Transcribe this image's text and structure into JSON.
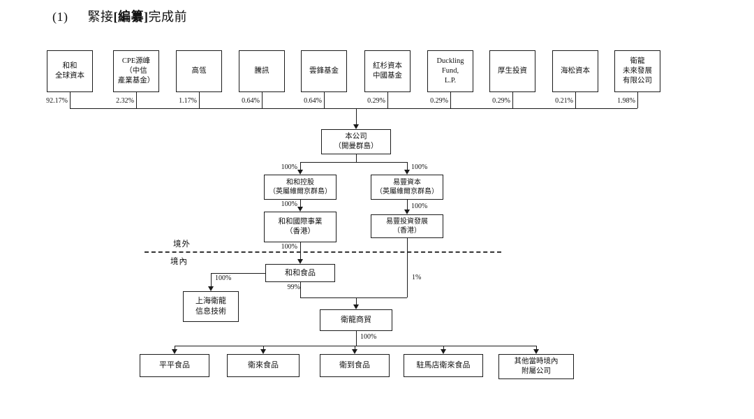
{
  "title": {
    "num": "(1)",
    "pre": "緊接",
    "bold": "[編纂]",
    "post": "完成前"
  },
  "top_row": [
    {
      "name": "和和\n全球資本",
      "pct": "92.17%"
    },
    {
      "name": "CPE源峰\n（中信\n產業基金）",
      "pct": "2.32%"
    },
    {
      "name": "高瓴",
      "pct": "1.17%"
    },
    {
      "name": "騰訊",
      "pct": "0.64%"
    },
    {
      "name": "雲鋒基金",
      "pct": "0.64%"
    },
    {
      "name": "紅杉資本\n中國基金",
      "pct": "0.29%"
    },
    {
      "name": "Duckling\nFund,\nL.P.",
      "pct": "0.29%"
    },
    {
      "name": "厚生投資",
      "pct": "0.29%"
    },
    {
      "name": "海松資本",
      "pct": "0.21%"
    },
    {
      "name": "衛龍\n未來發展\n有限公司",
      "pct": "1.98%"
    }
  ],
  "nodes": {
    "company": "本公司\n（開曼群島）",
    "hehe_holdings": "和和控股\n（英屬維爾京群島）",
    "yifeng_capital": "易豐資本\n（英屬維爾京群島）",
    "hehe_international": "和和國際事業\n（香港）",
    "yifeng_investment": "易豐投資發展\n（香港）",
    "hehe_food": "和和食品",
    "shanghai_weilong": "上海衛龍\n信息技術",
    "weilong_trading": "衛龍商貿",
    "bottom": [
      "平平食品",
      "衛來食品",
      "衛到食品",
      "駐馬店衛來食品",
      "其他當時境內\n附屬公司"
    ]
  },
  "labels": {
    "offshore": "境外",
    "onshore": "境內",
    "pct100": "100%",
    "pct99": "99%",
    "pct1": "1%"
  }
}
